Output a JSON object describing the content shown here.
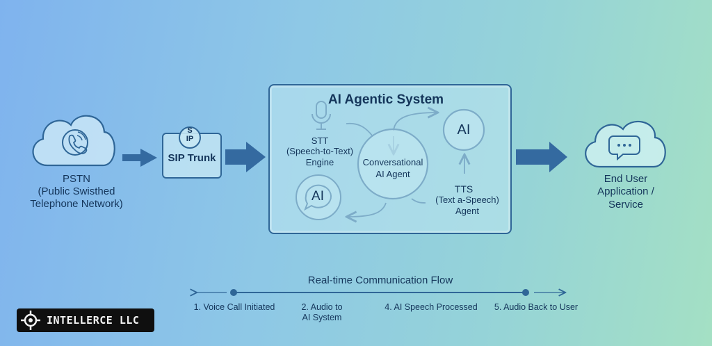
{
  "diagram": {
    "pstn": {
      "title": "PSTN",
      "subtitle": "(Public Swisthed\nTelephone Network)"
    },
    "sip": {
      "badge_top": "S",
      "badge_bottom": "IP",
      "label": "SIP Trunk"
    },
    "system": {
      "title": "AI Agentic System",
      "stt": {
        "title": "STT",
        "line2": "(Speech-to-Text)",
        "line3": "Engine"
      },
      "core": {
        "line1": "Conversational",
        "line2": "AI Agent"
      },
      "ai_circle": "AI",
      "ai_bubble": "AI",
      "tts": {
        "title": "TTS",
        "line2": "(Text a-Speech)",
        "line3": "Agent"
      }
    },
    "end_user": {
      "label": "End User\nApplication /\nService"
    }
  },
  "flow": {
    "title": "Real-time Communication Flow",
    "steps": [
      "1. Voice Call Initiated",
      "2. Audio to\nAI System",
      "4. AI Speech Processed",
      "5. Audio Back to User"
    ]
  },
  "brand": {
    "name": "INTELLERCE LLC"
  },
  "colors": {
    "stroke": "#2f6697",
    "text": "#14355a",
    "arrow_fill": "#346aa0"
  }
}
